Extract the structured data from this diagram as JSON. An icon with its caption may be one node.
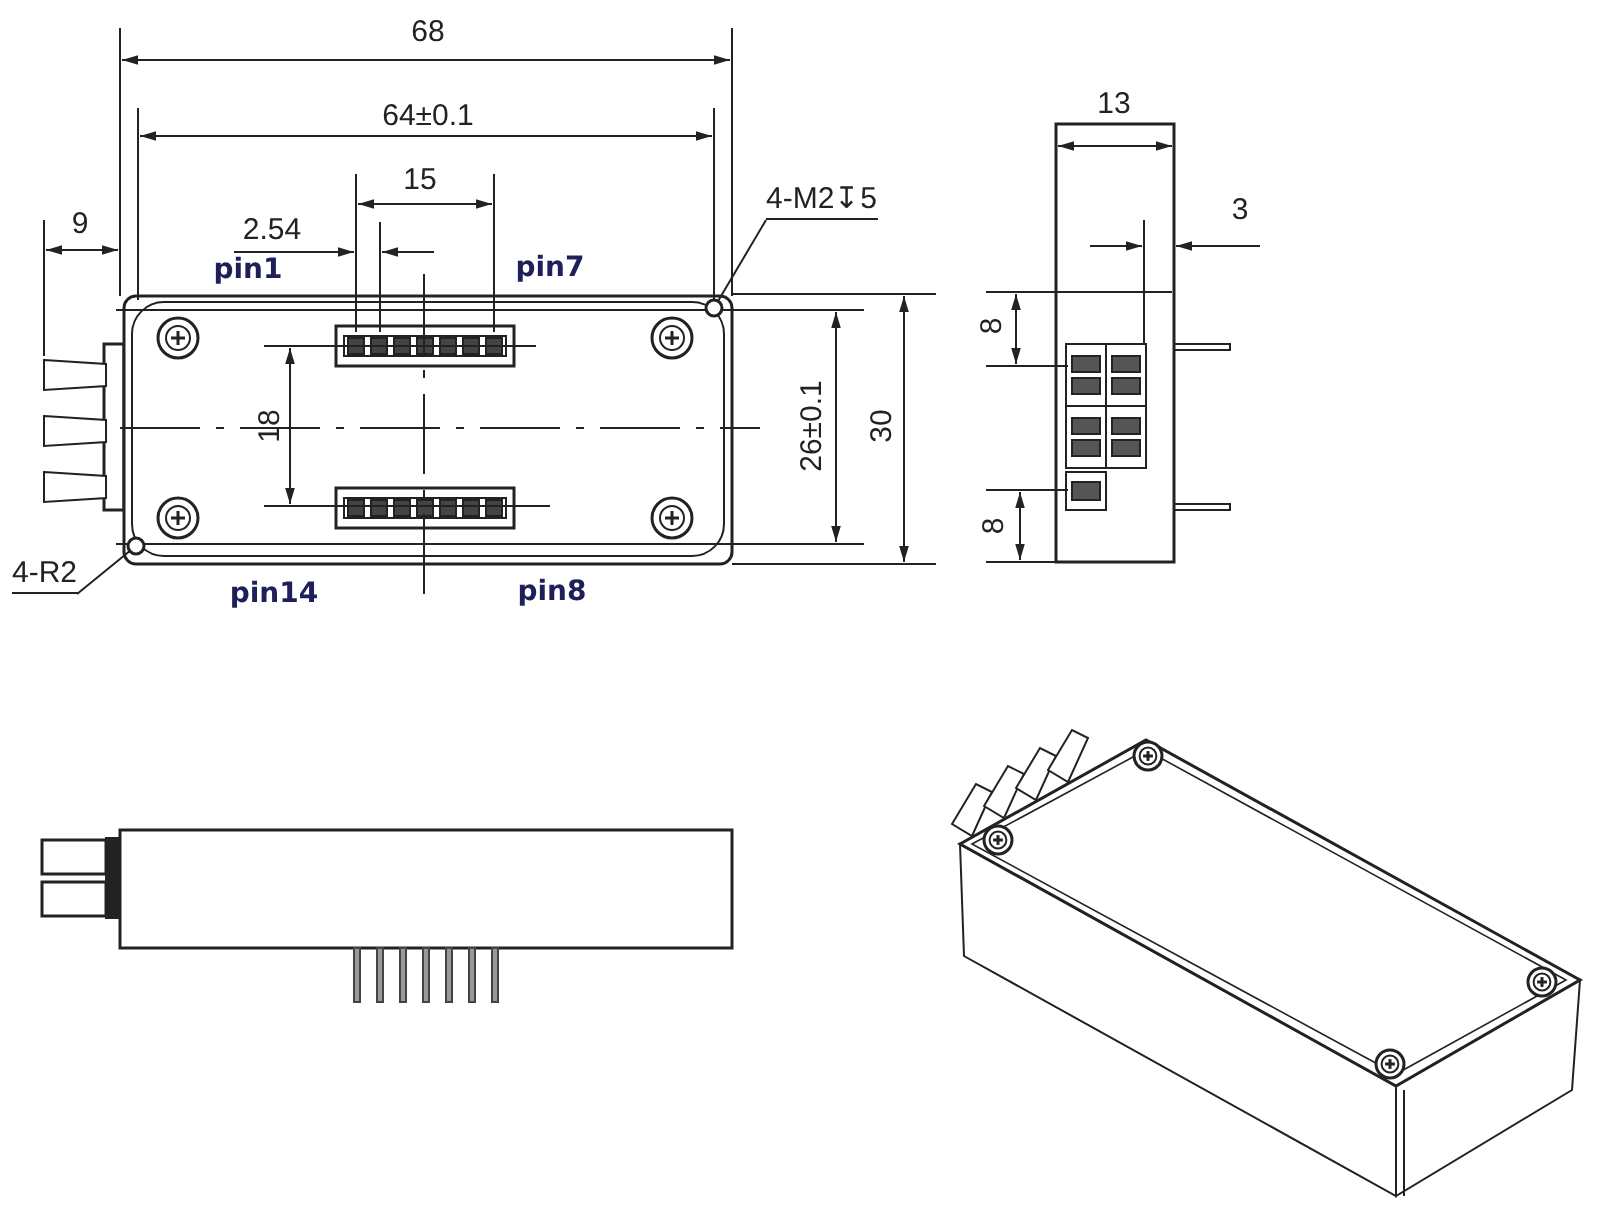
{
  "diagram": {
    "nodes": [
      {
        "text": [
          "4-M2↧5"
        ]
      },
      {
        "text": [],
        "shape": "circle"
      },
      {
        "text": [
          "4-R2"
        ]
      },
      {
        "text": [],
        "shape": "circle"
      }
    ],
    "edges": [
      {
        "from": 0,
        "to": 1,
        "arrow": "none"
      },
      {
        "from": 2,
        "to": 3,
        "arrow": "none"
      }
    ],
    "labels": [
      "68",
      "64±0.1",
      "15",
      "2.54",
      "9",
      "pin1",
      "pin7",
      "18",
      "26±0.1",
      "30",
      "pin14",
      "pin8",
      "13",
      "3",
      "8",
      "8"
    ]
  }
}
